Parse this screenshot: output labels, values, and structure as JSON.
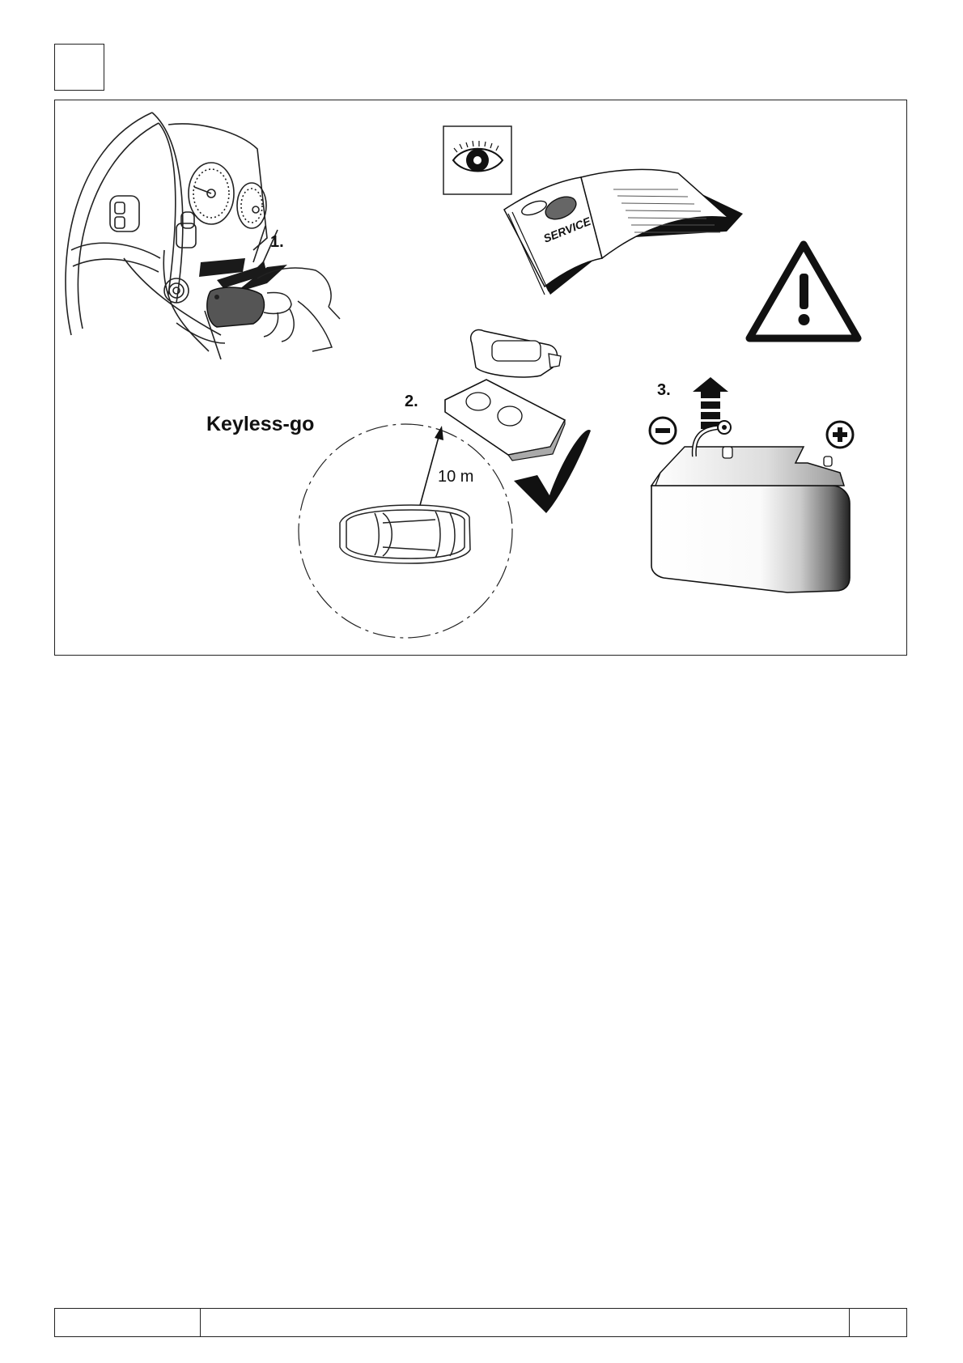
{
  "figure": {
    "step1_label": "1.",
    "step2_label": "2.",
    "step3_label": "3.",
    "keyless_label": "Keyless-go",
    "distance_label": "10 m",
    "manual_text": "SERVICE",
    "battery_minus": "−",
    "battery_plus": "+",
    "icons": [
      "eye-icon",
      "warning-icon",
      "checkmark-icon",
      "up-arrow-icon"
    ]
  },
  "footer": {
    "cells": [
      "",
      "",
      ""
    ]
  }
}
